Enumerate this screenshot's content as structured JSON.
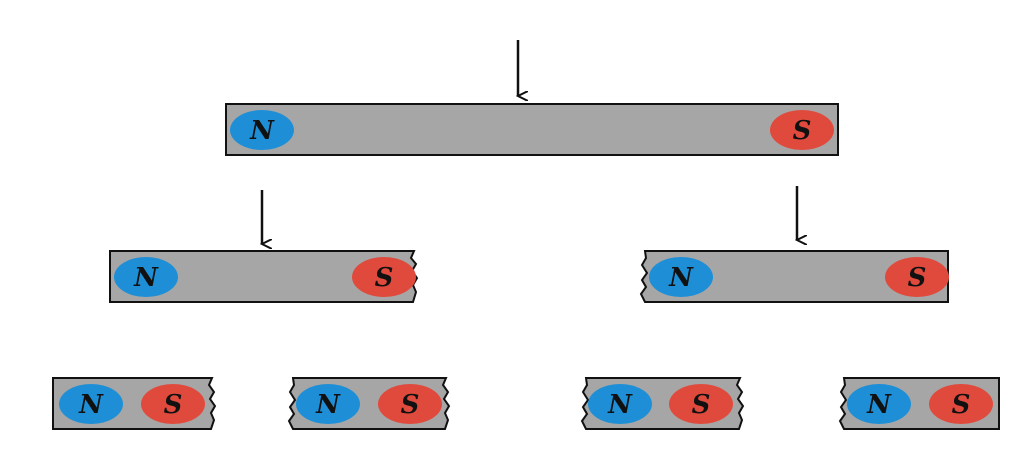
{
  "colors": {
    "magnet_body": "#a6a6a6",
    "outline": "#111111",
    "north_pole": "#1e8fd6",
    "south_pole": "#e04a3c",
    "arrow": "#111111",
    "background": "#ffffff"
  },
  "labels": {
    "north": "N",
    "south": "S"
  },
  "diagram": {
    "levels": [
      {
        "name": "whole-magnet",
        "magnets": 1,
        "cut_arrows": 1
      },
      {
        "name": "halves",
        "magnets": 2,
        "cut_arrows": 2
      },
      {
        "name": "quarters",
        "magnets": 4,
        "cut_arrows": 0
      }
    ]
  }
}
